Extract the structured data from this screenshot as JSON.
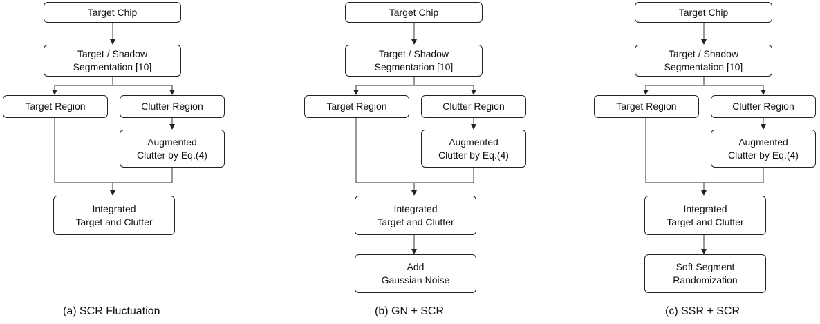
{
  "panels": [
    {
      "caption": "(a) SCR Fluctuation",
      "target_chip": "Target Chip",
      "segmentation": [
        "Target / Shadow",
        "Segmentation [10]"
      ],
      "target_region": "Target Region",
      "clutter_region": "Clutter Region",
      "augmented": [
        "Augmented",
        "Clutter by Eq.(4)"
      ],
      "integrated": [
        "Integrated",
        "Target and Clutter"
      ],
      "final": []
    },
    {
      "caption": "(b) GN + SCR",
      "target_chip": "Target Chip",
      "segmentation": [
        "Target / Shadow",
        "Segmentation [10]"
      ],
      "target_region": "Target Region",
      "clutter_region": "Clutter Region",
      "augmented": [
        "Augmented",
        "Clutter by Eq.(4)"
      ],
      "integrated": [
        "Integrated",
        "Target and Clutter"
      ],
      "final": [
        "Add",
        "Gaussian Noise"
      ]
    },
    {
      "caption": "(c) SSR + SCR",
      "target_chip": "Target Chip",
      "segmentation": [
        "Target / Shadow",
        "Segmentation [10]"
      ],
      "target_region": "Target Region",
      "clutter_region": "Clutter Region",
      "augmented": [
        "Augmented",
        "Clutter by Eq.(4)"
      ],
      "integrated": [
        "Integrated",
        "Target and Clutter"
      ],
      "final": [
        "Soft Segment",
        "Randomization"
      ]
    }
  ]
}
